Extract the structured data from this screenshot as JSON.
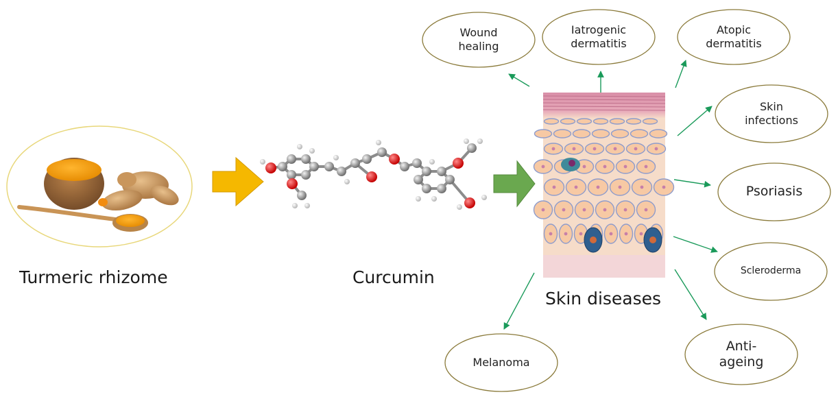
{
  "labels": {
    "source": "Turmeric rhizome",
    "compound": "Curcumin",
    "target": "Skin diseases"
  },
  "diseases": [
    {
      "id": "wound-healing",
      "label": "Wound\nhealing"
    },
    {
      "id": "iatrogenic-dermatitis",
      "label": "Iatrogenic\ndermatitis"
    },
    {
      "id": "atopic-dermatitis",
      "label": "Atopic\ndermatitis"
    },
    {
      "id": "skin-infections",
      "label": "Skin\ninfections"
    },
    {
      "id": "psoriasis",
      "label": "Psoriasis"
    },
    {
      "id": "scleroderma",
      "label": "Scleroderma"
    },
    {
      "id": "anti-ageing",
      "label": "Anti-\nageing"
    },
    {
      "id": "melanoma",
      "label": "Melanoma"
    }
  ],
  "colors": {
    "ellipse_stroke": "#8a7a3a",
    "turmeric_ring": "#e8d77a",
    "arrow_yellow": "#f5b800",
    "arrow_green": "#6aa84f",
    "connector_green": "#1a9a5a"
  }
}
